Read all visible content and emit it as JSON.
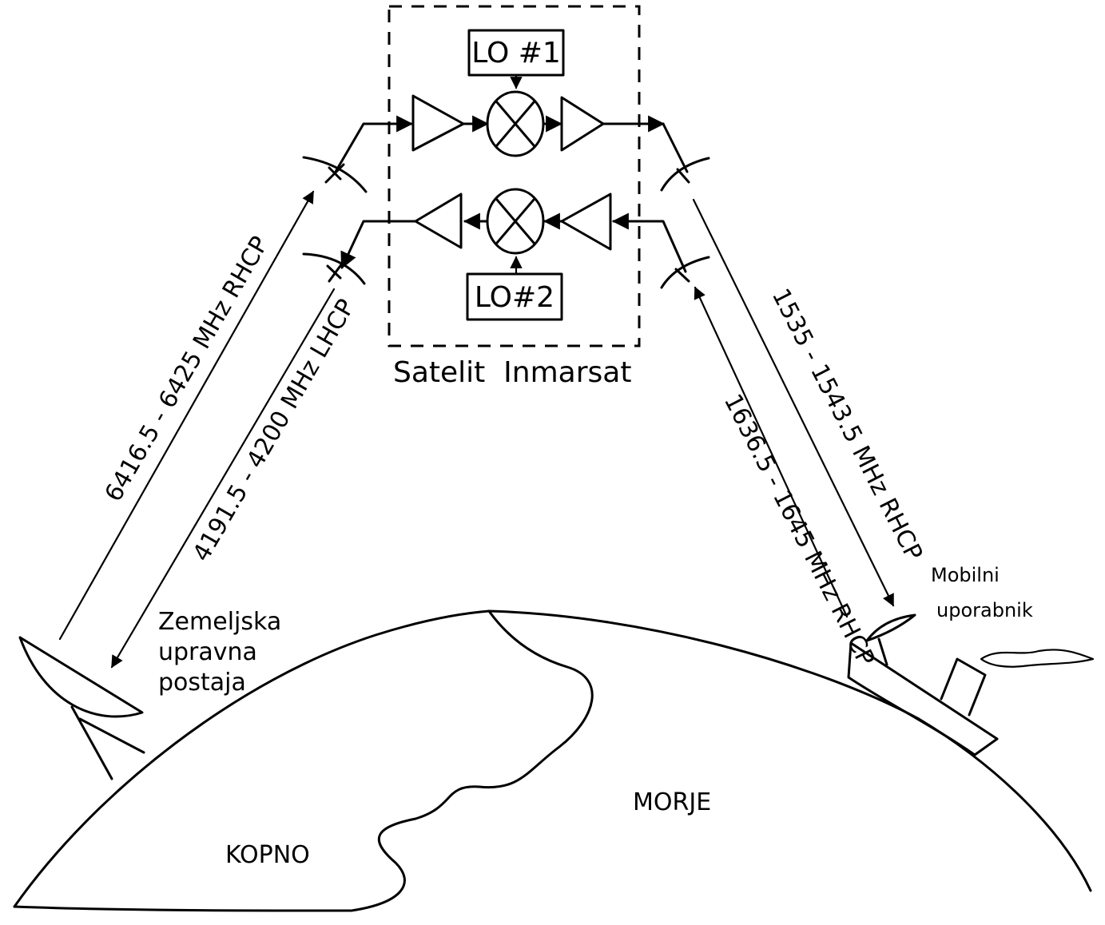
{
  "satellite": {
    "caption": "Satelit  Inmarsat",
    "lo1": "LO #1",
    "lo2": "LO#2"
  },
  "links": {
    "ground_uplink": "6416.5 - 6425 MHz RHCP",
    "ground_downlink": "4191.5 - 4200 MHz LHCP",
    "mobile_downlink": "1535 - 1543.5 MHz RHCP",
    "mobile_uplink": "1636.5 - 1645 MHz RHCP"
  },
  "stations": {
    "ground_station": [
      "Zemeljska",
      "upravna",
      "postaja"
    ],
    "mobile_user": [
      "Mobilni",
      "uporabnik"
    ]
  },
  "regions": {
    "land": "KOPNO",
    "sea": "MORJE"
  }
}
